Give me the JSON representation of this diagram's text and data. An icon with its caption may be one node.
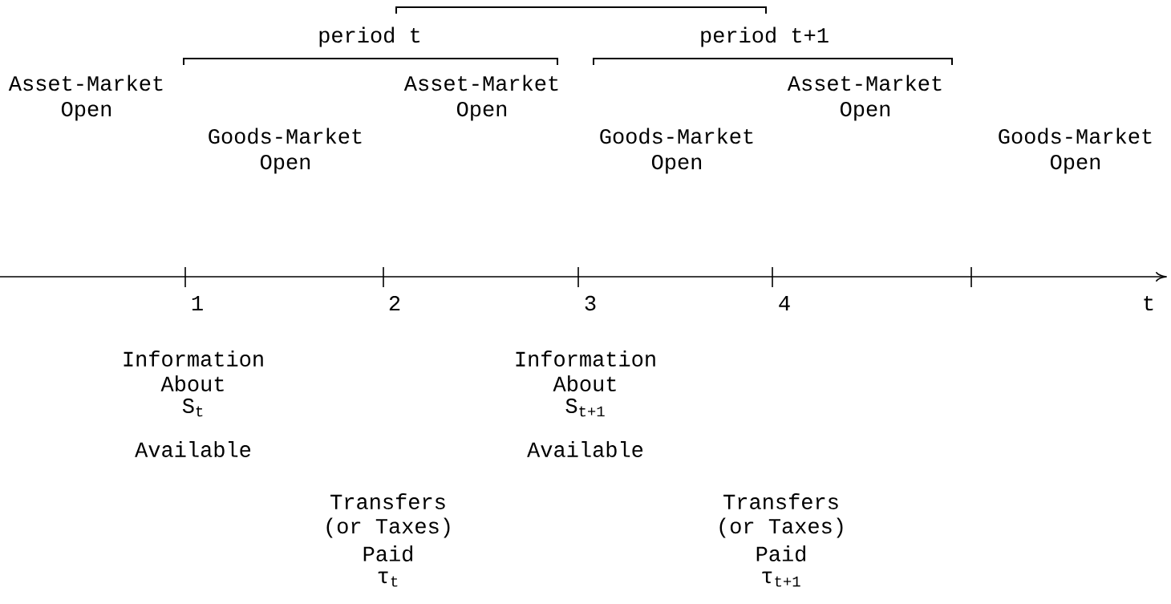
{
  "diagram": {
    "labels": [
      "period t",
      "period t+1",
      "Asset-Market Open",
      "Asset-Market Open",
      "Asset-Market Open",
      "Goods-Market Open",
      "Goods-Market Open",
      "Goods-Market Open",
      "1",
      "2",
      "3",
      "4",
      "t",
      "Information",
      "About",
      "S$_{t}$",
      "Available",
      "Information",
      "About",
      "S$_{t+1}$",
      "Available",
      "Transfers",
      "(or Taxes)",
      "Paid",
      "τ$_{t}$",
      "Transfers",
      "(or Taxes)",
      "Paid",
      "τ$_{t+1}$"
    ]
  }
}
